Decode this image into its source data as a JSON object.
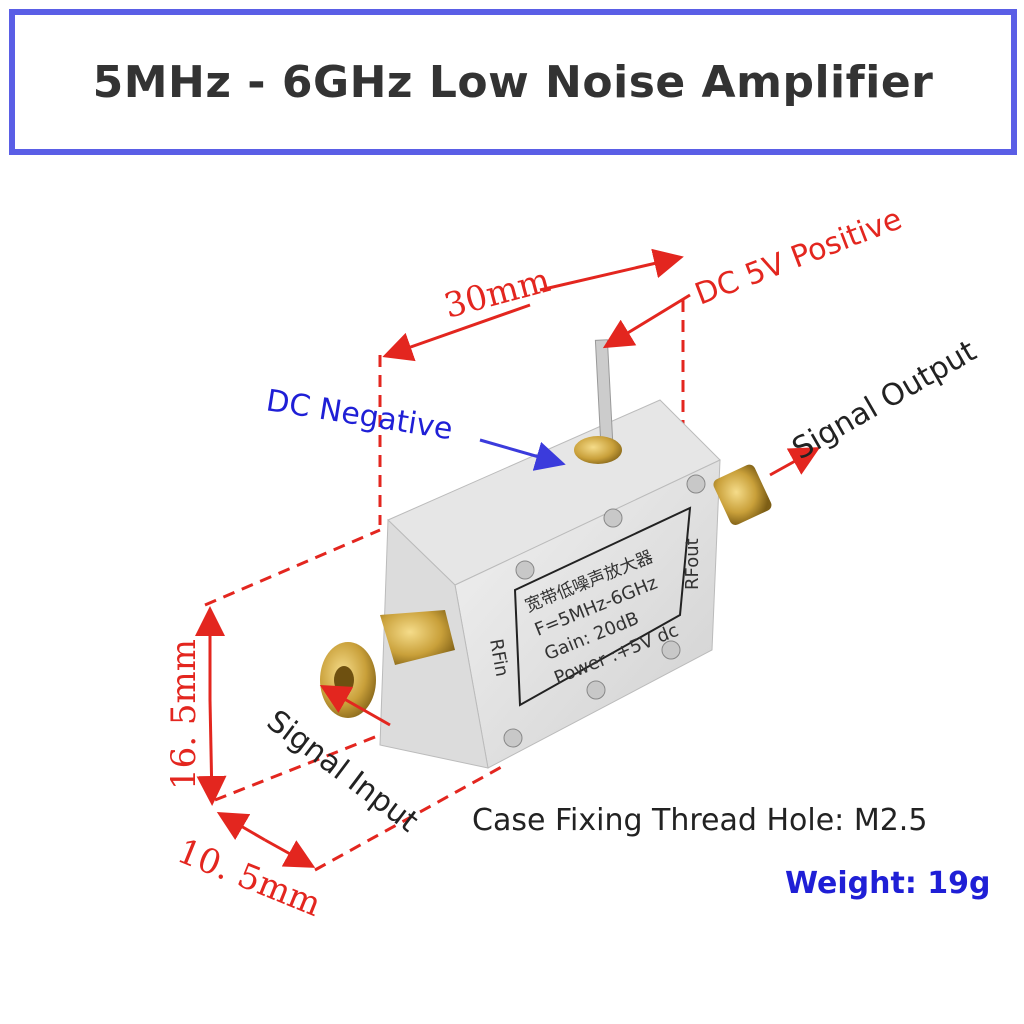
{
  "title": "5MHz - 6GHz Low Noise Amplifier",
  "annotations": {
    "length": "30mm",
    "dc_positive": "DC 5V Positive",
    "dc_negative": "DC Negative",
    "signal_output": "Signal Output",
    "signal_input": "Signal Input",
    "height": "16. 5mm",
    "width": "10. 5mm"
  },
  "module_label": {
    "line1": "宽带低噪声放大器",
    "line2": "F=5MHz-6GHz",
    "line3": "Gain:  20dB",
    "line4": "Power :+5V dc",
    "rfin": "RFin",
    "rfout": "RFout"
  },
  "specs": {
    "thread_hole": "Case Fixing Thread Hole: M2.5",
    "weight": "Weight: 19g"
  },
  "colors": {
    "border": "#5a5ee6",
    "annotation_red": "#e3261f",
    "annotation_blue": "#1f1fd6"
  }
}
